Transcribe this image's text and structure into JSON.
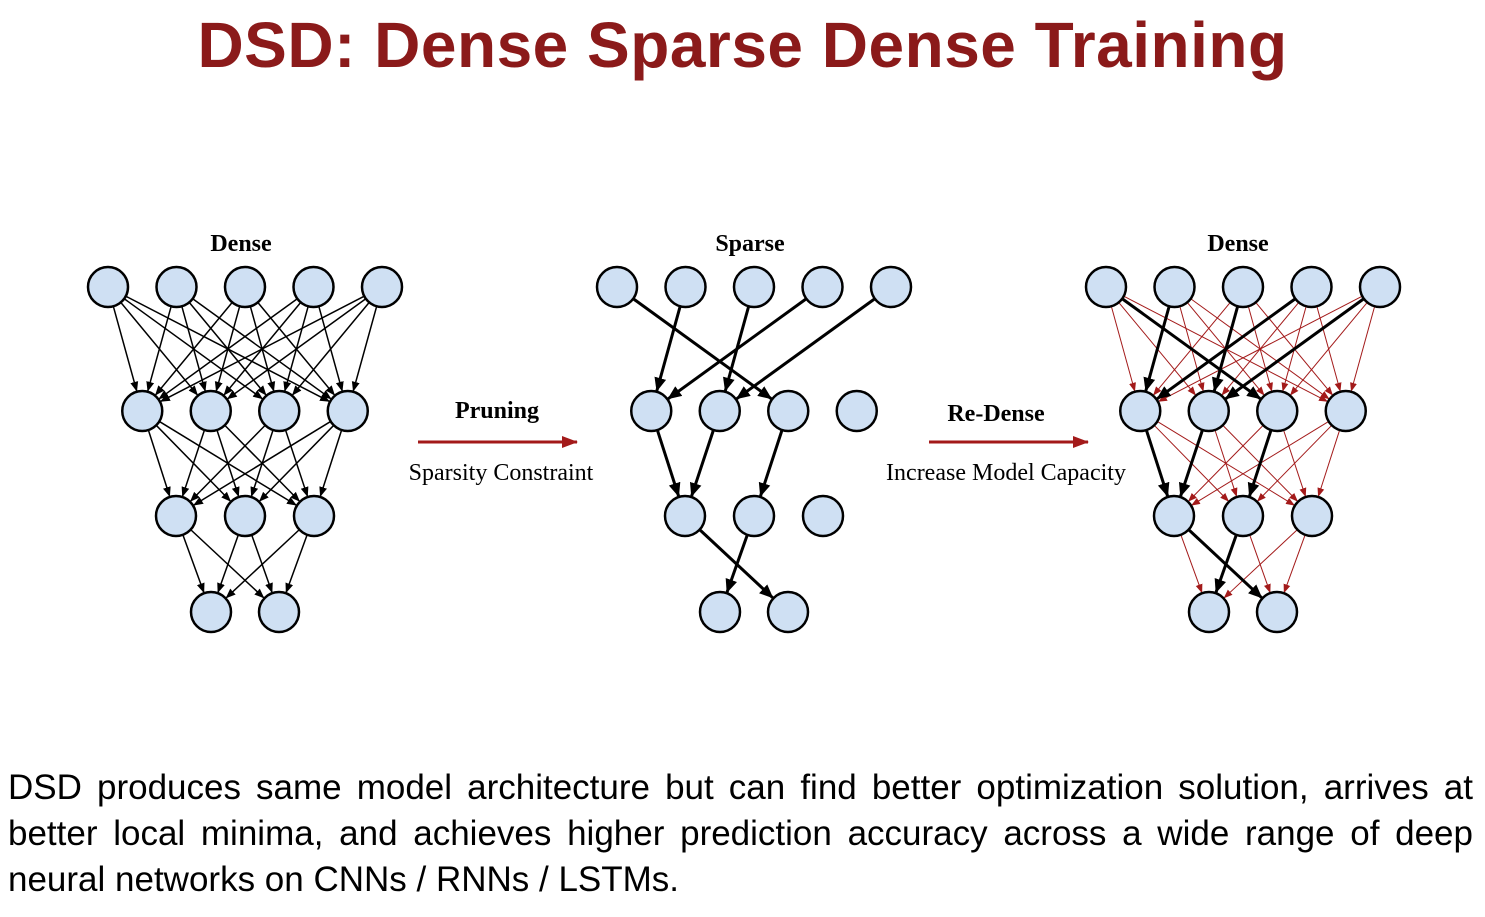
{
  "title": "DSD: Dense Sparse Dense Training",
  "networks": [
    {
      "label": "Dense"
    },
    {
      "label": "Sparse"
    },
    {
      "label": "Dense"
    }
  ],
  "steps": [
    {
      "label": "Pruning",
      "sublabel": "Sparsity Constraint"
    },
    {
      "label": "Re-Dense",
      "sublabel": "Increase Model Capacity"
    }
  ],
  "caption": "DSD produces same model architecture but can find better optimization solution, arrives at better local minima, and achieves higher prediction accuracy across a wide range of deep neural networks on CNNs / RNNs / LSTMs.",
  "colors": {
    "title": "#8b1a1a",
    "node_fill": "#cfe0f3",
    "node_stroke": "#000000",
    "edge": "#000000",
    "redense_edge": "#a31a1a",
    "step_arrow": "#a31a1a"
  },
  "layers": [
    5,
    4,
    3,
    2
  ],
  "sparse_connections": [
    [
      [
        0,
        2
      ],
      [
        1,
        0
      ],
      [
        2,
        1
      ],
      [
        3,
        0
      ],
      [
        4,
        1
      ]
    ],
    [
      [
        0,
        0
      ],
      [
        1,
        0
      ],
      [
        2,
        1
      ]
    ],
    [
      [
        0,
        1
      ],
      [
        1,
        0
      ]
    ]
  ]
}
